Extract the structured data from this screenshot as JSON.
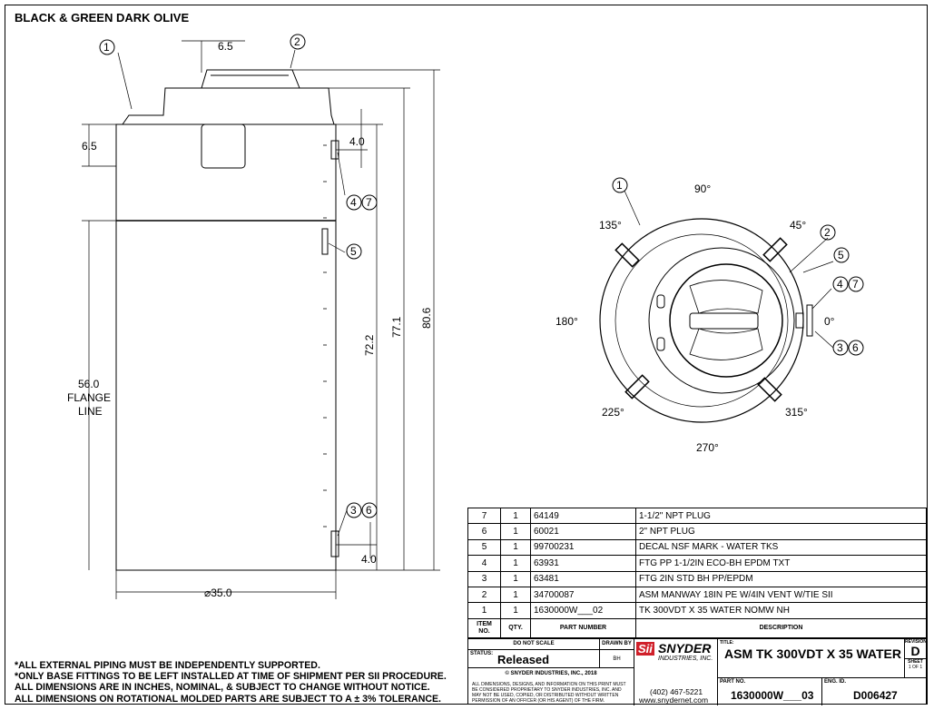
{
  "drawing_title": "BLACK & GREEN DARK OLIVE",
  "front_view": {
    "dimensions": {
      "manway_offset": "6.5",
      "dome_height": "6.5",
      "fitting_top": "4.0",
      "fitting_bottom": "4.0",
      "flange_line": "56.0",
      "flange_label_1": "FLANGE",
      "flange_label_2": "LINE",
      "height_72": "72.2",
      "height_77": "77.1",
      "height_80": "80.6",
      "diameter": "⌀35.0"
    },
    "balloons": [
      "1",
      "2",
      "4",
      "7",
      "5",
      "3",
      "6"
    ]
  },
  "top_view": {
    "angles": [
      "90°",
      "45°",
      "135°",
      "180°",
      "0°",
      "225°",
      "315°",
      "270°"
    ],
    "balloons": [
      "1",
      "2",
      "5",
      "4",
      "7",
      "3",
      "6"
    ]
  },
  "bom": {
    "rows": [
      {
        "item": "7",
        "qty": "1",
        "part": "64149",
        "desc": "1-1/2\" NPT PLUG"
      },
      {
        "item": "6",
        "qty": "1",
        "part": "60021",
        "desc": "2\" NPT PLUG"
      },
      {
        "item": "5",
        "qty": "1",
        "part": "99700231",
        "desc": "DECAL NSF MARK - WATER TKS"
      },
      {
        "item": "4",
        "qty": "1",
        "part": "63931",
        "desc": "FTG PP 1-1/2IN ECO-BH EPDM TXT"
      },
      {
        "item": "3",
        "qty": "1",
        "part": "63481",
        "desc": "FTG 2IN STD BH PP/EPDM"
      },
      {
        "item": "2",
        "qty": "1",
        "part": "34700087",
        "desc": "ASM MANWAY 18IN PE W/4IN VENT W/TIE SII"
      },
      {
        "item": "1",
        "qty": "1",
        "part": "1630000W___02",
        "desc": "TK 300VDT X 35 WATER NOMW NH"
      }
    ],
    "headers": {
      "item": "ITEM NO.",
      "qty": "QTY.",
      "part": "PART NUMBER",
      "desc": "DESCRIPTION"
    }
  },
  "title_block": {
    "do_not_scale": "DO NOT SCALE",
    "drawn_by_label": "DRAWN BY",
    "drawn_by": "BH",
    "status_label": "STATUS:",
    "status": "Released",
    "copyright": "© SNYDER INDUSTRIES, INC., 2018",
    "disclaimer": "ALL DIMENSIONS, DESIGNS, AND INFORMATION ON THIS PRINT MUST BE CONSIDERED PROPRIETARY TO SNYDER INDUSTRIES, INC. AND MAY NOT BE USED, COPIED, OR DISTRIBUTED WITHOUT WRITTEN PERMISSION OF AN OFFICER (OR HIS AGENT) OF THE FIRM.",
    "logo_mark": "Sii",
    "logo_name": "SNYDER",
    "logo_sub": "INDUSTRIES, INC.",
    "phone": "(402) 467-5221",
    "website": "www.snydernet.com",
    "title_label": "TITLE:",
    "title": "ASM TK 300VDT X 35 WATER",
    "revision_label": "REVISION",
    "revision": "D",
    "sheet_label": "SHEET",
    "sheet": "1 OF 1",
    "part_no_label": "PART NO.",
    "part_no": "1630000W___03",
    "eng_id_label": "ENG. ID.",
    "eng_id": "D006427"
  },
  "notes": [
    "*ALL EXTERNAL PIPING MUST BE INDEPENDENTLY SUPPORTED.",
    "*ONLY BASE FITTINGS TO BE LEFT INSTALLED AT TIME OF SHIPMENT PER SII PROCEDURE.",
    "ALL DIMENSIONS ARE IN INCHES, NOMINAL, & SUBJECT TO CHANGE WITHOUT NOTICE.",
    "ALL DIMENSIONS ON ROTATIONAL MOLDED PARTS ARE SUBJECT TO A ± 3% TOLERANCE."
  ],
  "colors": {
    "logo_red": "#d0202a",
    "line": "#000000"
  }
}
